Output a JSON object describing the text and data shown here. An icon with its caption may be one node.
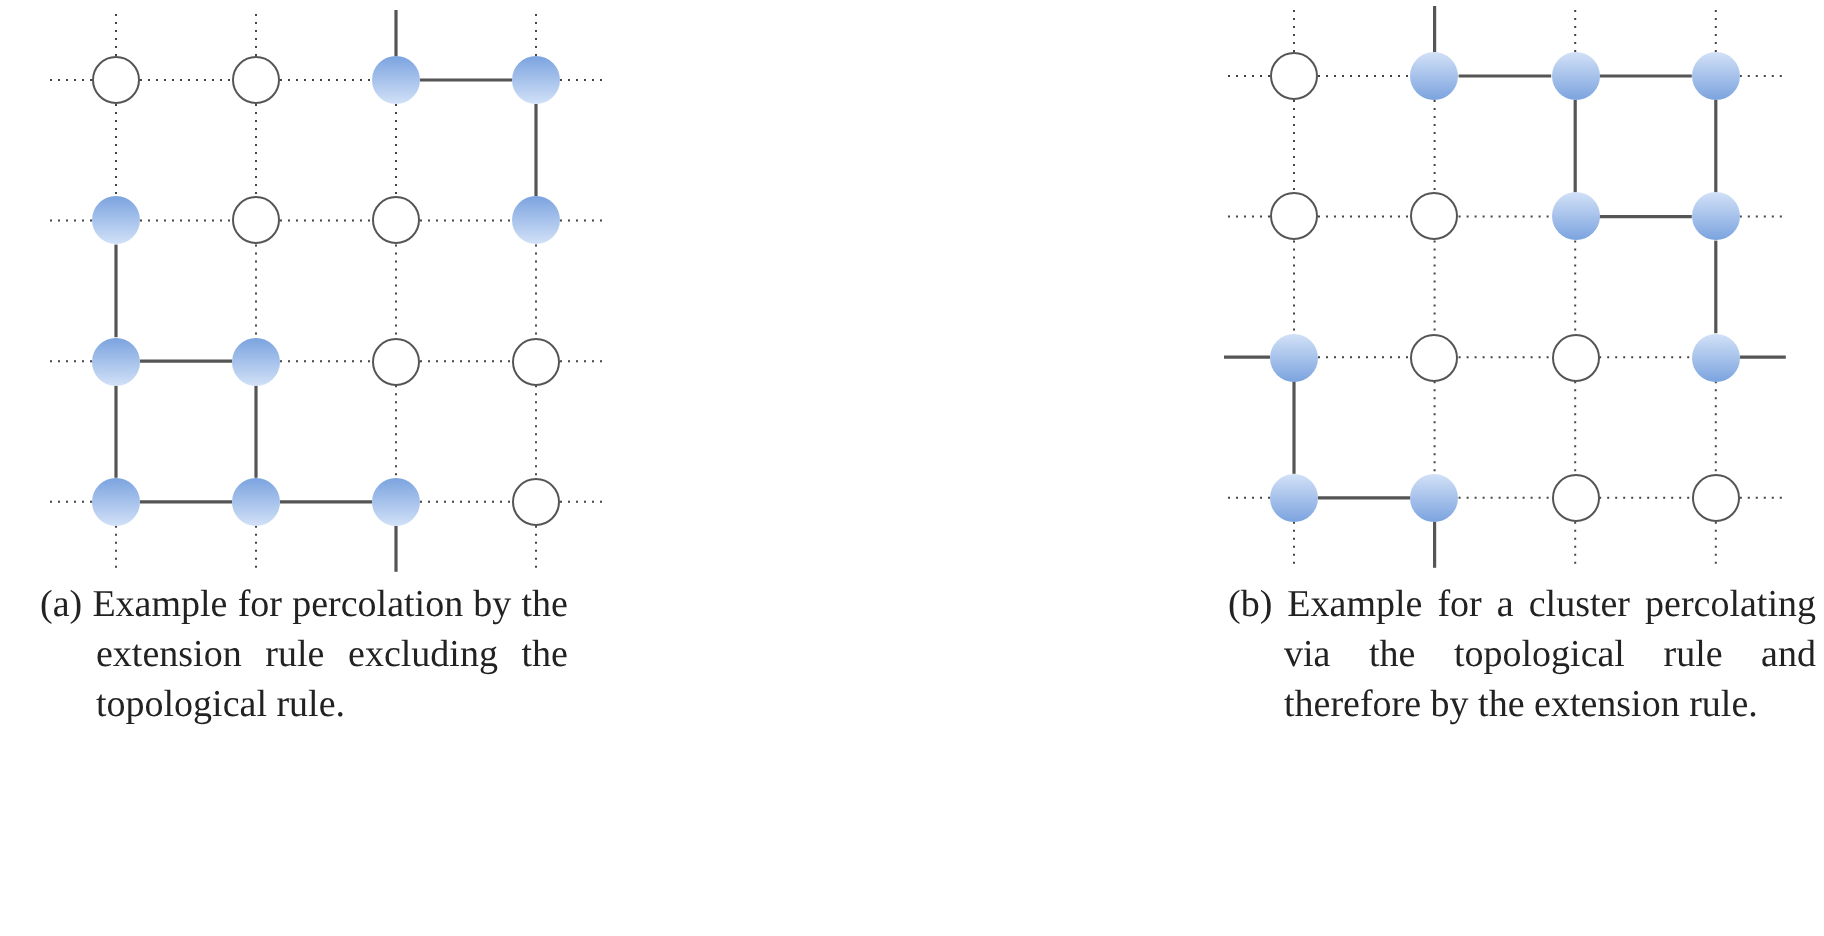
{
  "diagram": {
    "nodes": [
      {
        "text": [],
        "shape": "circle"
      },
      {
        "text": [],
        "shape": "circle"
      },
      {
        "text": [],
        "shape": "circle"
      },
      {
        "text": [],
        "shape": "circle"
      },
      {
        "text": [],
        "shape": "circle"
      },
      {
        "text": [],
        "shape": "circle"
      },
      {
        "text": [],
        "shape": "circle"
      },
      {
        "text": [],
        "shape": "circle"
      },
      {
        "text": [],
        "shape": "circle"
      },
      {
        "text": [],
        "shape": "circle"
      },
      {
        "text": [],
        "shape": "circle"
      },
      {
        "text": [],
        "shape": "circle"
      },
      {
        "text": [],
        "shape": "circle"
      },
      {
        "text": [],
        "shape": "circle"
      },
      {
        "text": [],
        "shape": "circle"
      },
      {
        "text": [],
        "shape": "circle"
      },
      {
        "text": [],
        "shape": "circle"
      },
      {
        "text": [],
        "shape": "circle"
      },
      {
        "text": [],
        "shape": "circle"
      },
      {
        "text": [],
        "shape": "circle"
      },
      {
        "text": [],
        "shape": "circle"
      },
      {
        "text": [],
        "shape": "circle"
      },
      {
        "text": [],
        "shape": "circle"
      },
      {
        "text": [],
        "shape": "circle"
      },
      {
        "text": [],
        "shape": "circle"
      },
      {
        "text": [],
        "shape": "circle"
      },
      {
        "text": [],
        "shape": "circle"
      },
      {
        "text": [],
        "shape": "circle"
      },
      {
        "text": [],
        "shape": "circle"
      },
      {
        "text": [],
        "shape": "circle"
      },
      {
        "text": [],
        "shape": "circle"
      },
      {
        "text": [],
        "shape": "circle"
      }
    ],
    "edges": [
      {
        "from": 0,
        "to": 1,
        "arrow": "none",
        "style": "dashed"
      },
      {
        "from": 1,
        "to": 2,
        "arrow": "none",
        "style": "dashed"
      },
      {
        "from": 2,
        "to": 3,
        "arrow": "none"
      },
      {
        "from": 4,
        "to": 5,
        "arrow": "none",
        "style": "dashed"
      },
      {
        "from": 5,
        "to": 6,
        "arrow": "none",
        "style": "dashed"
      },
      {
        "from": 6,
        "to": 7,
        "arrow": "none",
        "style": "dashed"
      },
      {
        "from": 8,
        "to": 9,
        "arrow": "none"
      },
      {
        "from": 9,
        "to": 10,
        "arrow": "none",
        "style": "dashed"
      },
      {
        "from": 10,
        "to": 11,
        "arrow": "none",
        "style": "dashed"
      },
      {
        "from": 12,
        "to": 13,
        "arrow": "none"
      },
      {
        "from": 13,
        "to": 14,
        "arrow": "none"
      },
      {
        "from": 14,
        "to": 15,
        "arrow": "none",
        "style": "dashed"
      },
      {
        "from": 0,
        "to": 4,
        "arrow": "none",
        "style": "dashed"
      },
      {
        "from": 4,
        "to": 8,
        "arrow": "none"
      },
      {
        "from": 8,
        "to": 12,
        "arrow": "none"
      },
      {
        "from": 1,
        "to": 5,
        "arrow": "none",
        "style": "dashed"
      },
      {
        "from": 5,
        "to": 9,
        "arrow": "none",
        "style": "dashed"
      },
      {
        "from": 9,
        "to": 13,
        "arrow": "none"
      },
      {
        "from": 2,
        "to": 6,
        "arrow": "none",
        "style": "dashed"
      },
      {
        "from": 6,
        "to": 10,
        "arrow": "none",
        "style": "dashed"
      },
      {
        "from": 10,
        "to": 14,
        "arrow": "none",
        "style": "dashed"
      },
      {
        "from": 3,
        "to": 7,
        "arrow": "none"
      },
      {
        "from": 7,
        "to": 11,
        "arrow": "none",
        "style": "dashed"
      },
      {
        "from": 11,
        "to": 15,
        "arrow": "none",
        "style": "dashed"
      },
      {
        "from": 0,
        "to": null,
        "arrow": "none",
        "style": "dashed"
      },
      {
        "from": 1,
        "to": null,
        "arrow": "none",
        "style": "dashed"
      },
      {
        "from": 2,
        "to": null,
        "arrow": "none"
      },
      {
        "from": 3,
        "to": null,
        "arrow": "none",
        "style": "dashed"
      },
      {
        "from": 12,
        "to": null,
        "arrow": "none",
        "style": "dashed"
      },
      {
        "from": 13,
        "to": null,
        "arrow": "none",
        "style": "dashed"
      },
      {
        "from": 14,
        "to": null,
        "arrow": "none"
      },
      {
        "from": 15,
        "to": null,
        "arrow": "none",
        "style": "dashed"
      },
      {
        "from": 0,
        "to": null,
        "arrow": "none",
        "style": "dashed"
      },
      {
        "from": 4,
        "to": null,
        "arrow": "none",
        "style": "dashed"
      },
      {
        "from": 8,
        "to": null,
        "arrow": "none",
        "style": "dashed"
      },
      {
        "from": 12,
        "to": null,
        "arrow": "none",
        "style": "dashed"
      },
      {
        "from": 3,
        "to": null,
        "arrow": "none",
        "style": "dashed"
      },
      {
        "from": 7,
        "to": null,
        "arrow": "none",
        "style": "dashed"
      },
      {
        "from": 11,
        "to": null,
        "arrow": "none",
        "style": "dashed"
      },
      {
        "from": 15,
        "to": null,
        "arrow": "none",
        "style": "dashed"
      },
      {
        "from": 16,
        "to": 17,
        "arrow": "none",
        "style": "dashed"
      },
      {
        "from": 17,
        "to": 18,
        "arrow": "none"
      },
      {
        "from": 18,
        "to": 19,
        "arrow": "none"
      },
      {
        "from": 20,
        "to": 21,
        "arrow": "none",
        "style": "dashed"
      },
      {
        "from": 21,
        "to": 22,
        "arrow": "none",
        "style": "dashed"
      },
      {
        "from": 22,
        "to": 23,
        "arrow": "none"
      },
      {
        "from": 24,
        "to": 25,
        "arrow": "none",
        "style": "dashed"
      },
      {
        "from": 25,
        "to": 26,
        "arrow": "none",
        "style": "dashed"
      },
      {
        "from": 26,
        "to": 27,
        "arrow": "none",
        "style": "dashed"
      },
      {
        "from": 28,
        "to": 29,
        "arrow": "none"
      },
      {
        "from": 29,
        "to": 30,
        "arrow": "none",
        "style": "dashed"
      },
      {
        "from": 30,
        "to": 31,
        "arrow": "none",
        "style": "dashed"
      },
      {
        "from": 16,
        "to": 20,
        "arrow": "none",
        "style": "dashed"
      },
      {
        "from": 20,
        "to": 24,
        "arrow": "none",
        "style": "dashed"
      },
      {
        "from": 24,
        "to": 28,
        "arrow": "none"
      },
      {
        "from": 17,
        "to": 21,
        "arrow": "none",
        "style": "dashed"
      },
      {
        "from": 21,
        "to": 25,
        "arrow": "none",
        "style": "dashed"
      },
      {
        "from": 25,
        "to": 29,
        "arrow": "none",
        "style": "dashed"
      },
      {
        "from": 18,
        "to": 22,
        "arrow": "none"
      },
      {
        "from": 22,
        "to": 26,
        "arrow": "none",
        "style": "dashed"
      },
      {
        "from": 26,
        "to": 30,
        "arrow": "none",
        "style": "dashed"
      },
      {
        "from": 19,
        "to": 23,
        "arrow": "none"
      },
      {
        "from": 23,
        "to": 27,
        "arrow": "none"
      },
      {
        "from": 27,
        "to": 31,
        "arrow": "none",
        "style": "dashed"
      },
      {
        "from": 16,
        "to": null,
        "arrow": "none",
        "style": "dashed"
      },
      {
        "from": 17,
        "to": null,
        "arrow": "none"
      },
      {
        "from": 18,
        "to": null,
        "arrow": "none",
        "style": "dashed"
      },
      {
        "from": 19,
        "to": null,
        "arrow": "none",
        "style": "dashed"
      },
      {
        "from": 28,
        "to": null,
        "arrow": "none",
        "style": "dashed"
      },
      {
        "from": 29,
        "to": null,
        "arrow": "none"
      },
      {
        "from": 30,
        "to": null,
        "arrow": "none",
        "style": "dashed"
      },
      {
        "from": 31,
        "to": null,
        "arrow": "none",
        "style": "dashed"
      },
      {
        "from": 16,
        "to": null,
        "arrow": "none",
        "style": "dashed"
      },
      {
        "from": 20,
        "to": null,
        "arrow": "none",
        "style": "dashed"
      },
      {
        "from": 24,
        "to": null,
        "arrow": "none"
      },
      {
        "from": 28,
        "to": null,
        "arrow": "none",
        "style": "dashed"
      },
      {
        "from": 19,
        "to": null,
        "arrow": "none",
        "style": "dashed"
      },
      {
        "from": 23,
        "to": null,
        "arrow": "none",
        "style": "dashed"
      },
      {
        "from": 27,
        "to": null,
        "arrow": "none"
      },
      {
        "from": 31,
        "to": null,
        "arrow": "none",
        "style": "dashed"
      }
    ],
    "labels": [
      "(a) Example for percolation by the extension rule excluding the topological rule.",
      "(b) Example for a cluster percolating via the topological rule and therefore by the extension rule."
    ]
  }
}
